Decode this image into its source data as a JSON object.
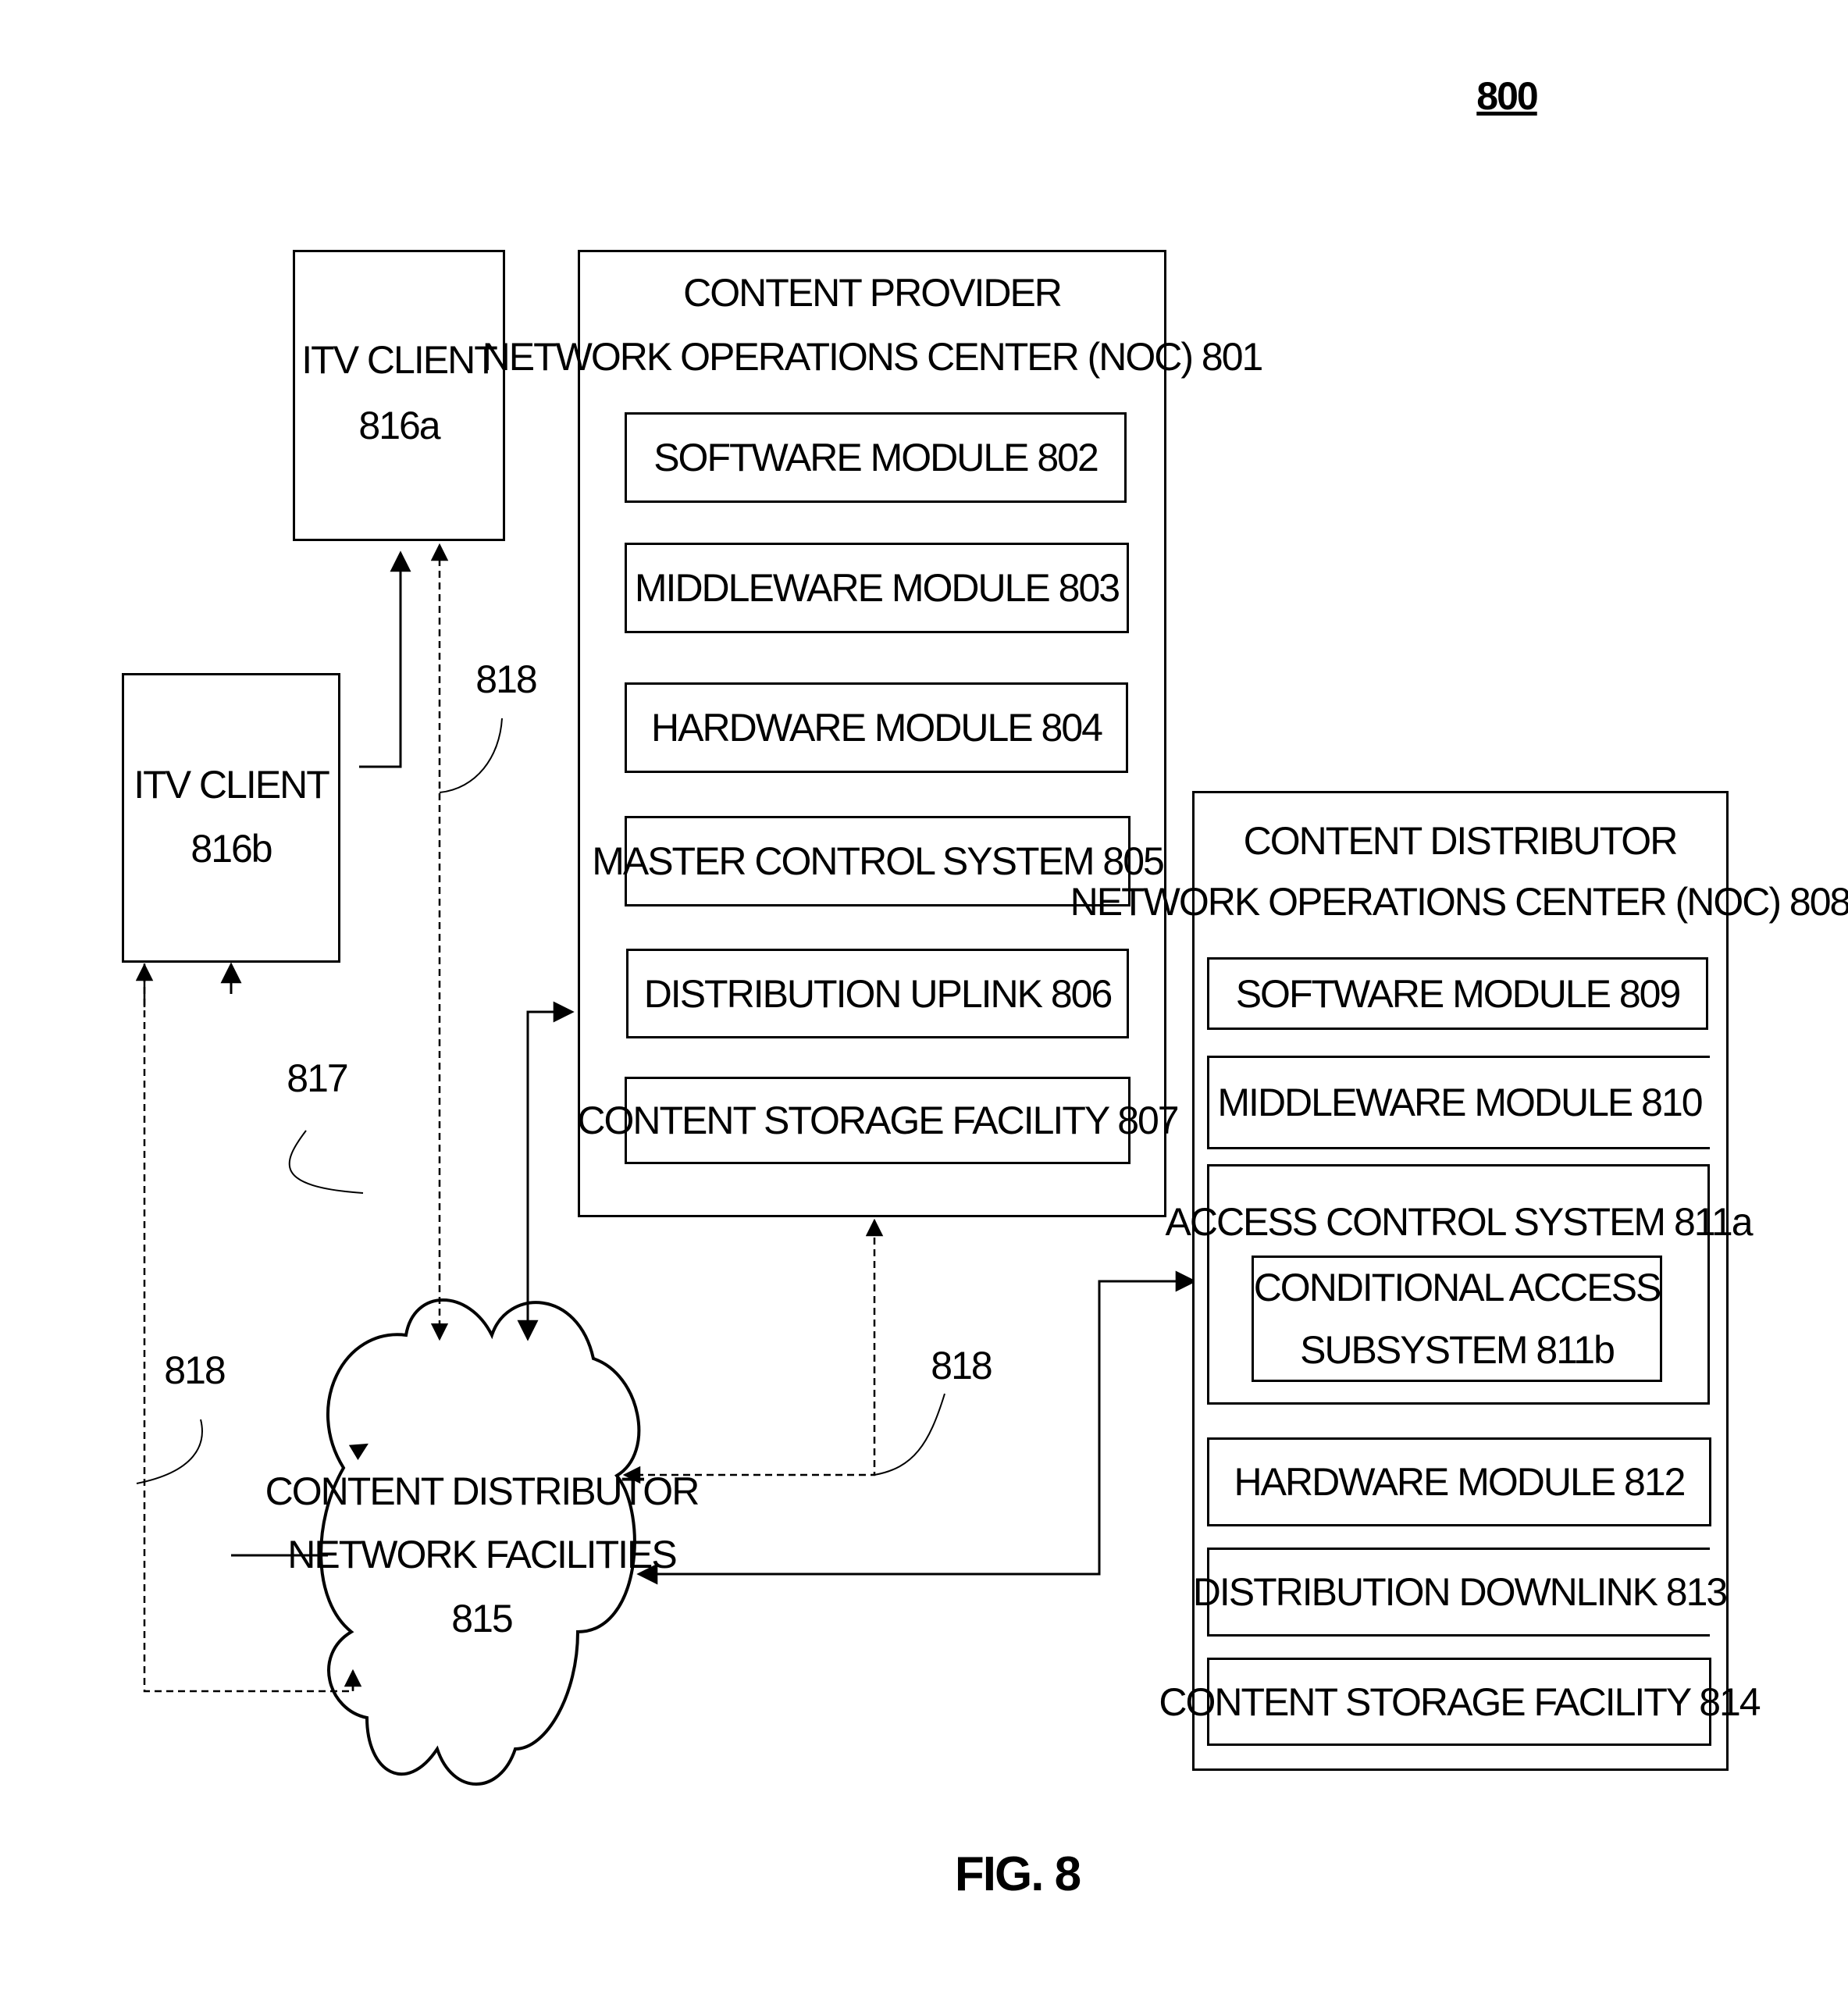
{
  "figure_number": "800",
  "figure_title": "FIG. 8",
  "itv_client_a": {
    "line1": "ITV CLIENT",
    "line2": "816a"
  },
  "itv_client_b": {
    "line1": "ITV CLIENT",
    "line2": "816b"
  },
  "content_provider_noc": {
    "line1": "CONTENT PROVIDER",
    "line2": "NETWORK OPERATIONS CENTER (NOC) 801",
    "modules": [
      "SOFTWARE MODULE 802",
      "MIDDLEWARE MODULE 803",
      "HARDWARE MODULE 804",
      "MASTER CONTROL SYSTEM 805",
      "DISTRIBUTION UPLINK 806",
      "CONTENT STORAGE FACILITY 807"
    ]
  },
  "content_distributor_noc": {
    "line1": "CONTENT DISTRIBUTOR",
    "line2": "NETWORK OPERATIONS CENTER (NOC)  808",
    "modules_top": [
      "SOFTWARE MODULE 809",
      "MIDDLEWARE MODULE 810"
    ],
    "access_control": "ACCESS CONTROL SYSTEM 811a",
    "conditional_access": {
      "line1": "CONDITIONAL ACCESS",
      "line2": "SUBSYSTEM 811b"
    },
    "modules_bottom": [
      "HARDWARE MODULE 812",
      "DISTRIBUTION DOWNLINK 813",
      "CONTENT STORAGE FACILITY 814"
    ]
  },
  "cloud": {
    "line1": "CONTENT DISTRIBUTOR",
    "line2": "NETWORK FACILITIES",
    "line3": "815"
  },
  "ref_labels": {
    "r818_top": "818",
    "r817": "817",
    "r818_left": "818",
    "r818_mid": "818"
  }
}
